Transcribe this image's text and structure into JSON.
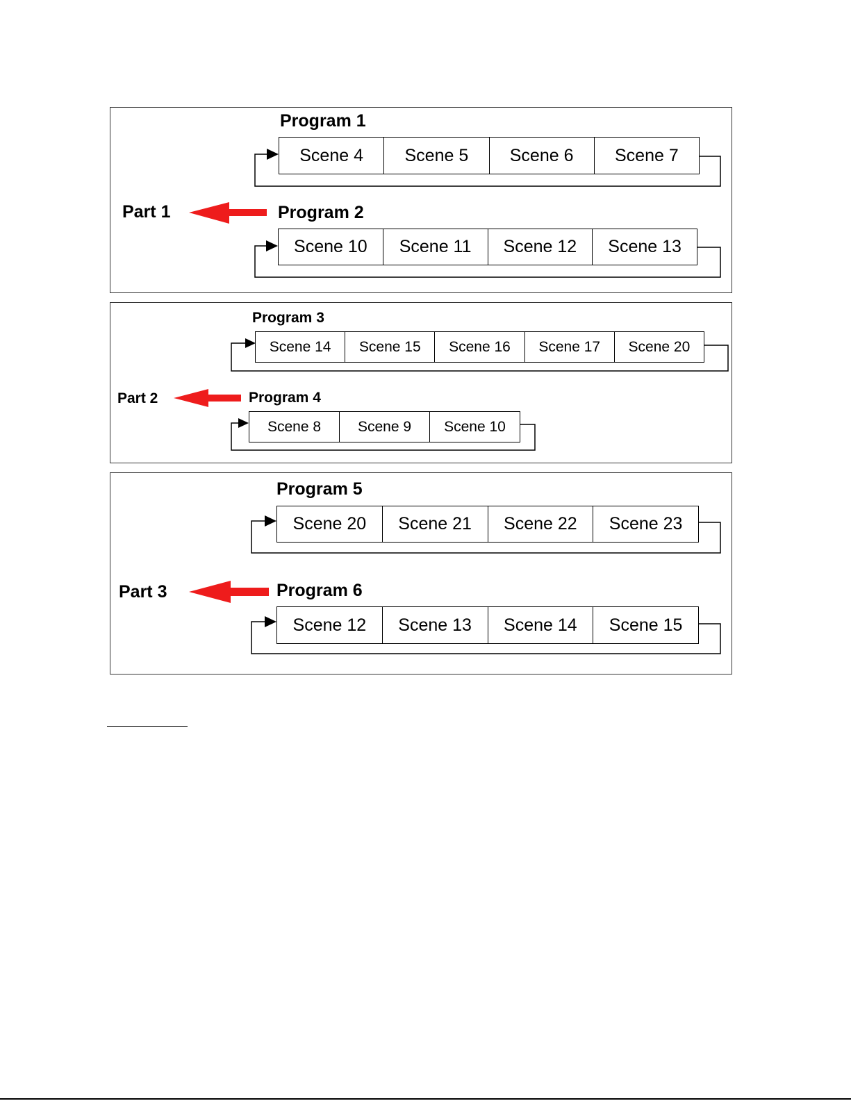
{
  "parts": [
    {
      "label": "Part 1",
      "programs": [
        {
          "title": "Program 1",
          "scenes": [
            "Scene 4",
            "Scene 5",
            "Scene 6",
            "Scene 7"
          ]
        },
        {
          "title": "Program 2",
          "scenes": [
            "Scene 10",
            "Scene 11",
            "Scene 12",
            "Scene 13"
          ]
        }
      ]
    },
    {
      "label": "Part 2",
      "programs": [
        {
          "title": "Program 3",
          "scenes": [
            "Scene 14",
            "Scene 15",
            "Scene 16",
            "Scene 17",
            "Scene 20"
          ]
        },
        {
          "title": "Program 4",
          "scenes": [
            "Scene 8",
            "Scene 9",
            "Scene 10"
          ]
        }
      ]
    },
    {
      "label": "Part 3",
      "programs": [
        {
          "title": "Program 5",
          "scenes": [
            "Scene 20",
            "Scene 21",
            "Scene 22",
            "Scene 23"
          ]
        },
        {
          "title": "Program 6",
          "scenes": [
            "Scene 12",
            "Scene 13",
            "Scene 14",
            "Scene 15"
          ]
        }
      ]
    }
  ],
  "colors": {
    "arrow": "#ee1c1c",
    "line": "#000000"
  }
}
